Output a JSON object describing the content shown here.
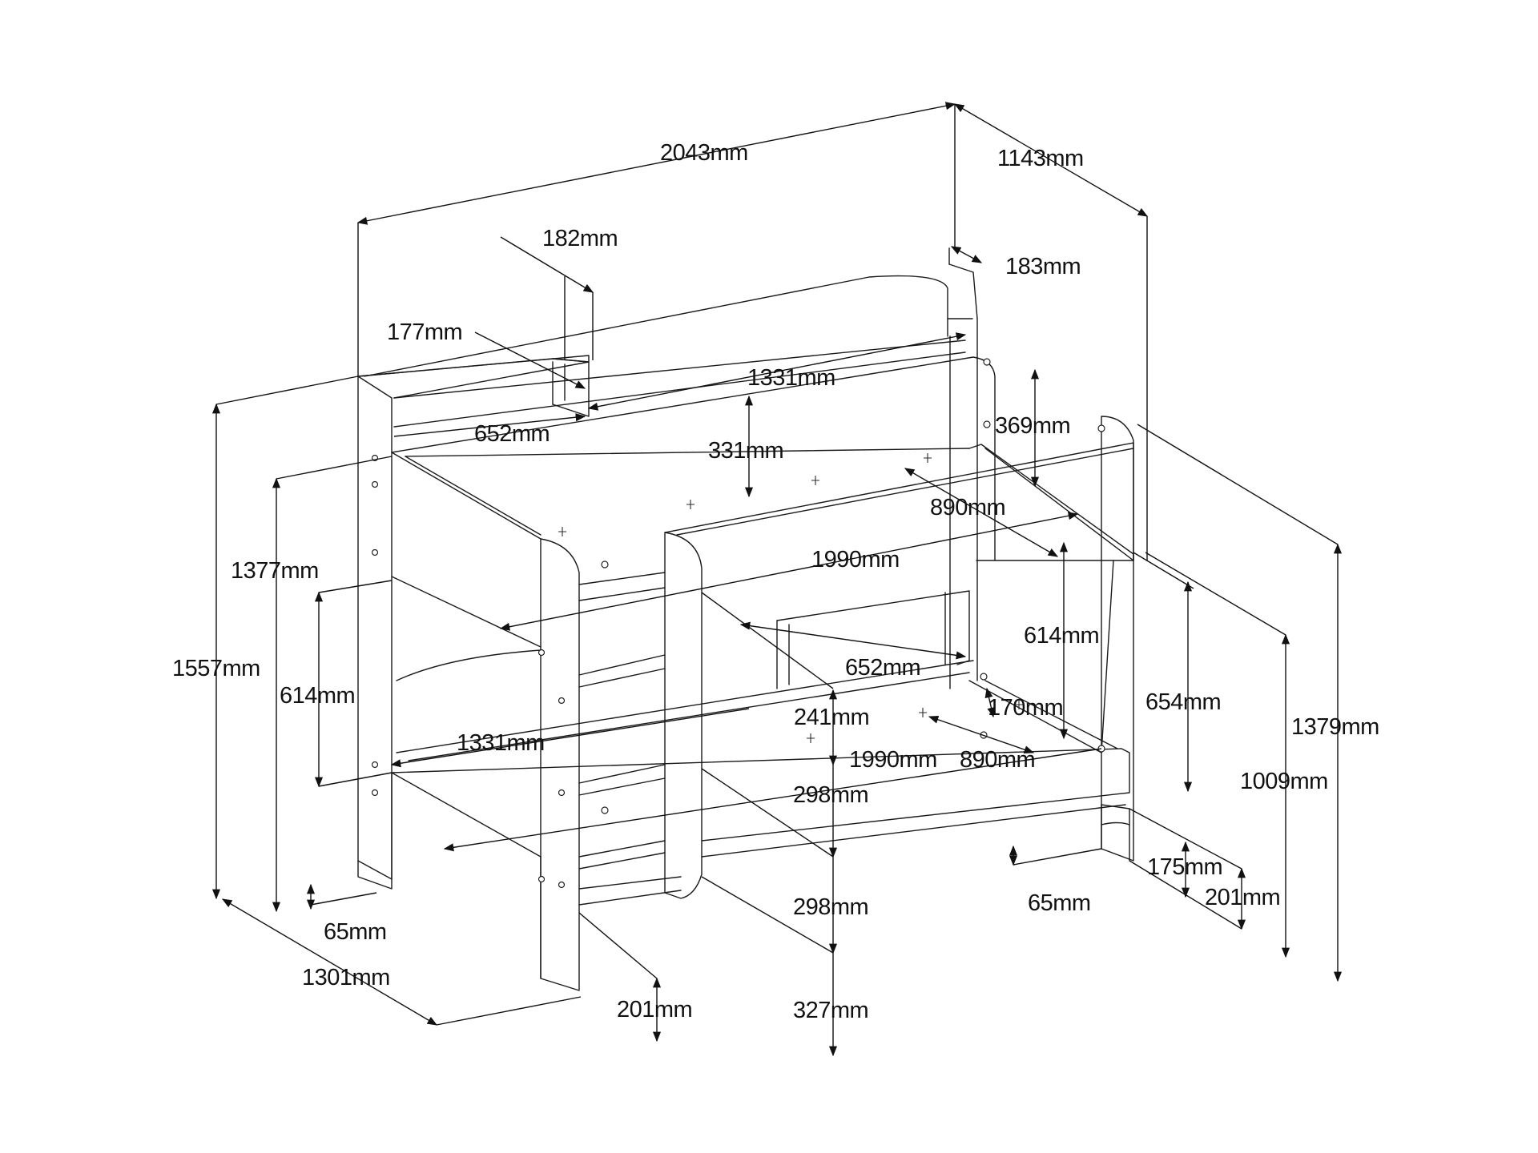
{
  "labels": {
    "overall_length": "2043mm",
    "overall_width": "1143mm",
    "top_shelf_width_a": "182mm",
    "top_shelf_width_b": "183mm",
    "shelf_depth": "177mm",
    "top_panel_length": "1331mm",
    "shelf_length_top": "652mm",
    "guard_height": "331mm",
    "headboard_height": "369mm",
    "top_bed_width": "890mm",
    "height_to_top_bed": "1377mm",
    "top_bed_length": "1990mm",
    "right_gap": "614mm",
    "overall_height": "1557mm",
    "left_gap": "614mm",
    "mid_shelf_length": "652mm",
    "lower_shelf_height": "241mm",
    "lower_panel_length": "1331mm",
    "lower_shelf_depth": "170mm",
    "right_leg_height": "654mm",
    "lower_bed_length": "1990mm",
    "lower_bed_width": "890mm",
    "right_total_height": "1379mm",
    "right_mid_height": "1009mm",
    "step_height_1": "298mm",
    "step_height_2": "298mm",
    "step_height_3": "327mm",
    "left_foot": "65mm",
    "right_foot": "65mm",
    "overall_depth": "1301mm",
    "ladder_step_depth": "201mm",
    "right_foot_depth_a": "175mm",
    "right_foot_depth_b": "201mm"
  }
}
